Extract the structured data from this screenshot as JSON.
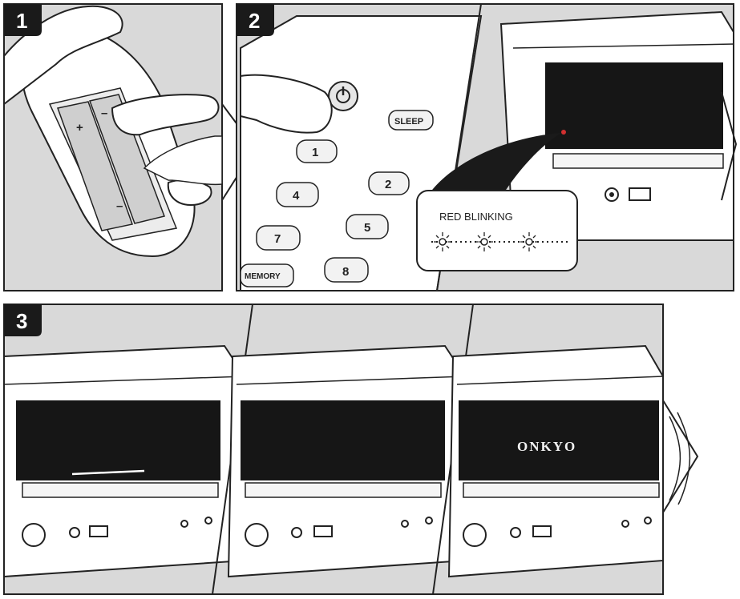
{
  "steps": [
    {
      "number": "1",
      "scene": "insert-batteries",
      "battery_plus": "+",
      "battery_minus": "–"
    },
    {
      "number": "2",
      "scene": "press-power",
      "remote_keys": [
        "1",
        "2",
        "4",
        "5",
        "7",
        "8"
      ],
      "sleep_label": "SLEEP",
      "memory_label": "MEMORY",
      "callout": "RED BLINKING"
    },
    {
      "number": "3",
      "scene": "startup",
      "logo": "ONKYO"
    }
  ],
  "colors": {
    "panel_bg": "#d9d9d9",
    "display": "#161616",
    "device_body": "#ffffff",
    "badge": "#1a1a1a",
    "led_blink": "#d23030"
  }
}
